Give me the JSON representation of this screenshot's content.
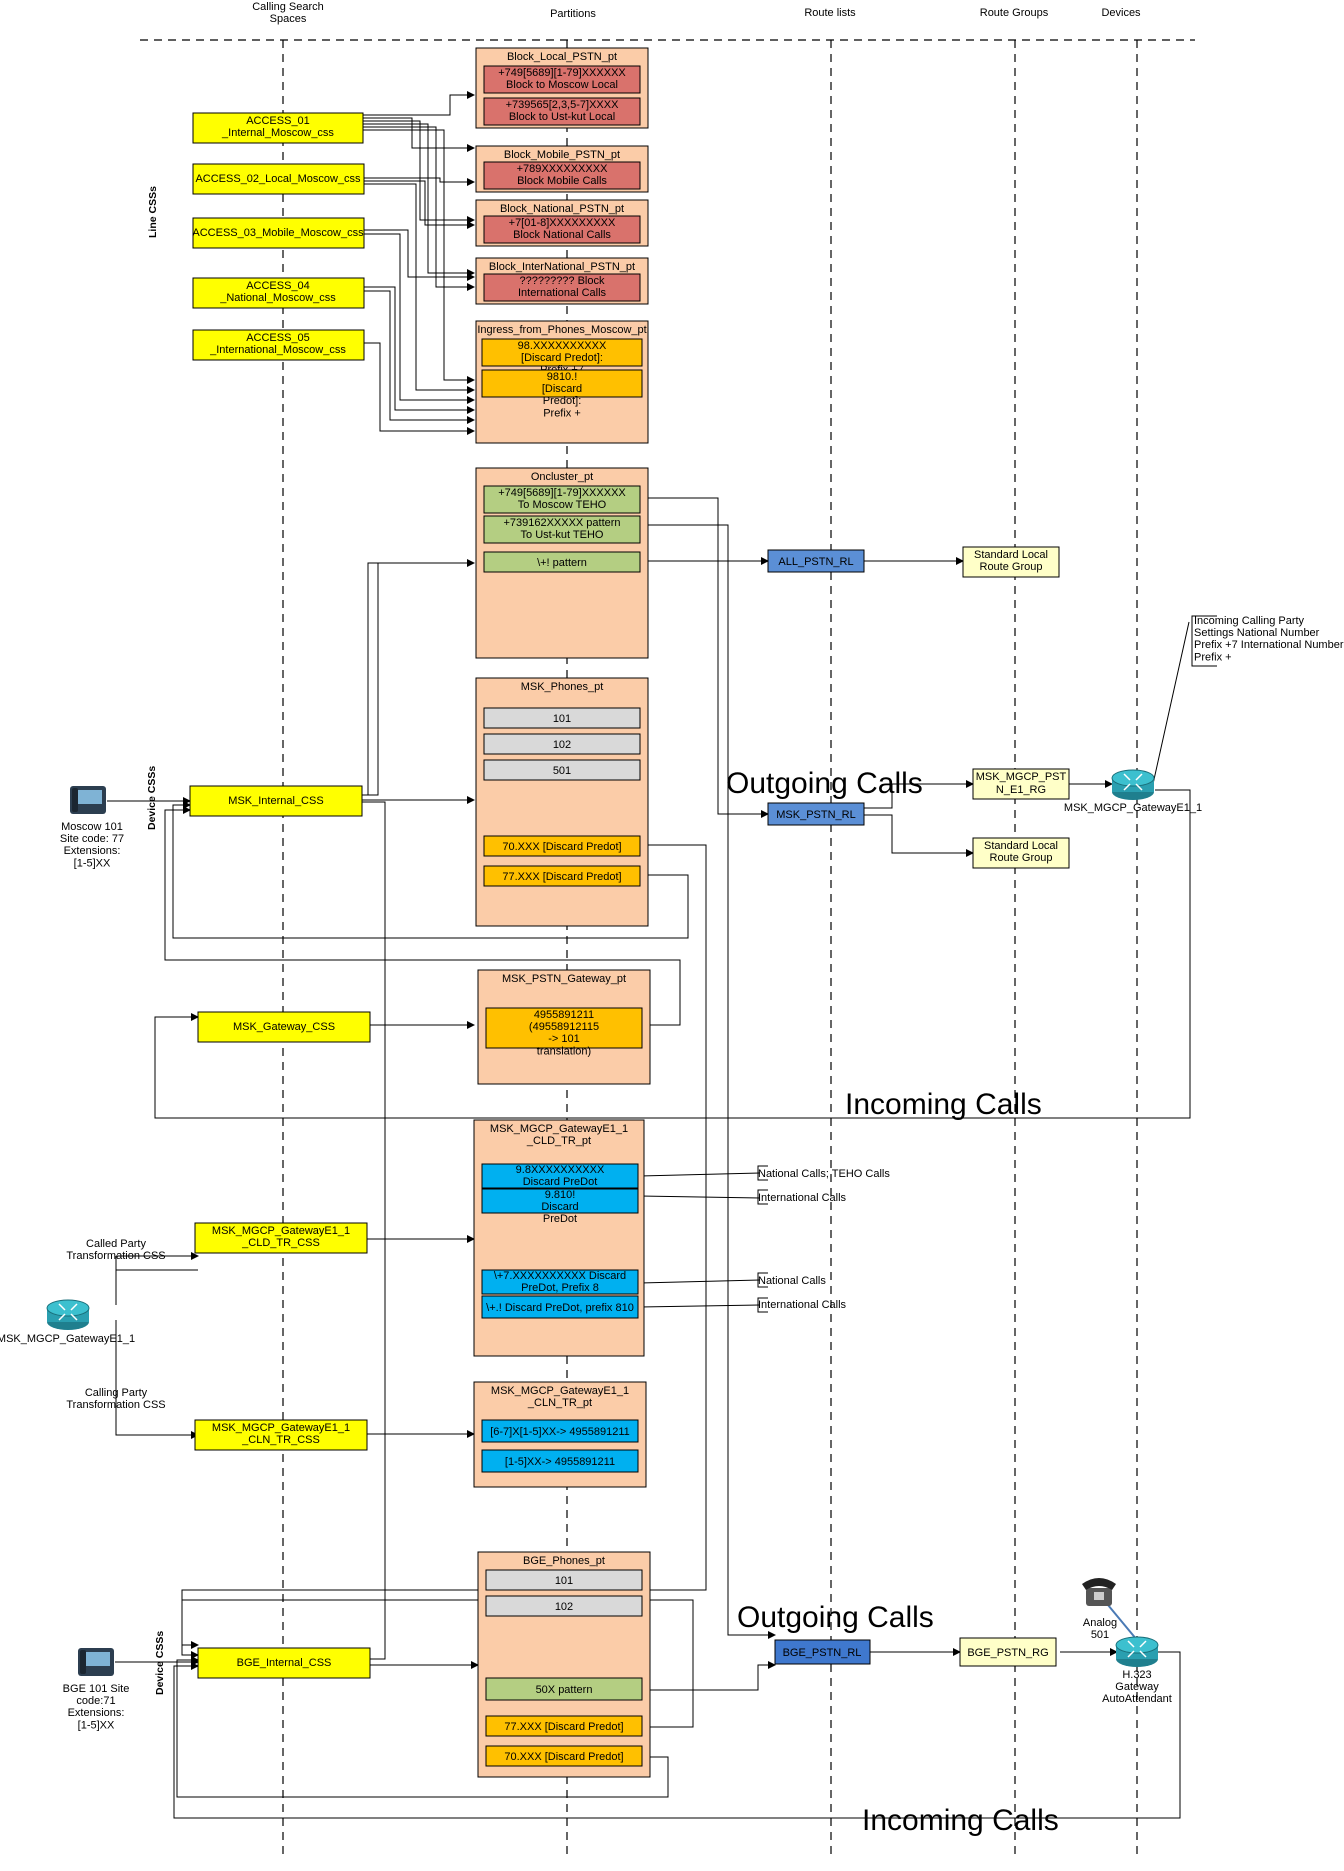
{
  "columns": {
    "css": "Calling Search Spaces",
    "partitions": "Partitions",
    "route_lists": "Route lists",
    "route_groups": "Route Groups",
    "devices": "Devices"
  },
  "side_labels": {
    "line_css": "Line CSSs",
    "device_css_msk": "Device CSSs",
    "device_css_bge": "Device CSSs"
  },
  "css_boxes": {
    "access01": "ACCESS_01 _Internal_Moscow_css",
    "access02": "ACCESS_02_Local_Moscow_css",
    "access03": "ACCESS_03_Mobile_Moscow_css",
    "access04": "ACCESS_04 _National_Moscow_css",
    "access05": "ACCESS_05 _International_Moscow_css",
    "msk_internal": "MSK_Internal_CSS",
    "msk_gateway": "MSK_Gateway_CSS",
    "msk_cld": "MSK_MGCP_GatewayE1_1 _CLD_TR_CSS",
    "msk_cln": "MSK_MGCP_GatewayE1_1 _CLN_TR_CSS",
    "bge_internal": "BGE_Internal_CSS"
  },
  "partitions": {
    "block_local": {
      "title": "Block_Local_PSTN_pt",
      "patterns": [
        "+749[5689][1-79]XXXXXX Block to Moscow Local",
        "+739565[2,3,5-7]XXXX Block to Ust-kut Local"
      ]
    },
    "block_mobile": {
      "title": "Block_Mobile_PSTN_pt",
      "patterns": [
        "+789XXXXXXXXX Block Mobile Calls"
      ]
    },
    "block_national": {
      "title": "Block_National_PSTN_pt",
      "patterns": [
        "+7[01-8]XXXXXXXXX Block National Calls"
      ]
    },
    "block_international": {
      "title": "Block_InterNational_PSTN_pt",
      "patterns": [
        "????????? Block International Calls"
      ]
    },
    "ingress": {
      "title": "Ingress_from_Phones_Moscow_pt",
      "patterns": [
        "98.XXXXXXXXXX [Discard Predot]: Prefix +7",
        "9810.! [Discard Predot]: Prefix +"
      ]
    },
    "oncluster": {
      "title": "Oncluster_pt",
      "patterns": [
        "+749[5689][1-79]XXXXXX To Moscow TEHO",
        "+739162XXXXX pattern To Ust-kut TEHO",
        "\\+! pattern"
      ]
    },
    "msk_phones": {
      "title": "MSK_Phones_pt",
      "patterns": [
        "101",
        "102",
        "501",
        "70.XXX [Discard Predot]",
        "77.XXX [Discard Predot]"
      ]
    },
    "msk_pstn_gw": {
      "title": "MSK_PSTN_Gateway_pt",
      "patterns": [
        "4955891211 (49558912115 -> 101 translation)"
      ]
    },
    "cld_tr": {
      "title": "MSK_MGCP_GatewayE1_1 _CLD_TR_pt",
      "patterns": [
        "9.8XXXXXXXXXX Discard PreDot",
        "9.810! Discard PreDot",
        "\\+7.XXXXXXXXXX Discard PreDot, Prefix 8",
        "\\+.! Discard PreDot, prefix 810"
      ]
    },
    "cln_tr": {
      "title": "MSK_MGCP_GatewayE1_1 _CLN_TR_pt",
      "patterns": [
        "[6-7]X[1-5]XX-> 4955891211",
        "[1-5]XX-> 4955891211"
      ]
    },
    "bge_phones": {
      "title": "BGE_Phones_pt",
      "patterns": [
        "101",
        "102",
        "50X pattern",
        "77.XXX [Discard Predot]",
        "70.XXX [Discard Predot]"
      ]
    }
  },
  "route_lists": {
    "all_pstn": "ALL_PSTN_RL",
    "msk_pstn": "MSK_PSTN_RL",
    "bge_pstn": "BGE_PSTN_RL"
  },
  "route_groups": {
    "std_local_1": "Standard Local Route Group",
    "msk_mgcp_rg": "MSK_MGCP_PSTN_E1_RG",
    "std_local_2": "Standard Local Route Group",
    "bge_pstn_rg": "BGE_PSTN_RG"
  },
  "devices": {
    "msk_gw_right": "MSK_MGCP_GatewayE1_1",
    "msk_gw_left": "MSK_MGCP_GatewayE1_1",
    "h323": "H.323 Gateway AutoAttendant",
    "analog": "Analog 501",
    "moscow_phone": "Moscow 101 Site code: 77 Extensions: [1-5]XX",
    "bge_phone": "BGE 101 Site code:71 Extensions: [1-5]XX"
  },
  "notes": {
    "incoming_settings": "Incoming Calling Party Settings National Number Prefix +7 International Number Prefix +",
    "national_teho": "National Calls; TEHO Calls",
    "international_1": "International Calls",
    "national_2": "National Calls",
    "international_2": "International Calls",
    "called_party": "Called Party Transformation CSS",
    "calling_party": "Calling Party Transformation CSS"
  },
  "flow_labels": {
    "outgoing_1": "Outgoing Calls",
    "incoming_1": "Incoming Calls",
    "outgoing_2": "Outgoing Calls",
    "incoming_2": "Incoming Calls"
  },
  "colors": {
    "css_yellow": "#FFFF00",
    "partition_bg": "#FBCCA8",
    "block_red": "#D9726C",
    "orange_pattern": "#FFC000",
    "green_pattern": "#B4CE82",
    "grey_pattern": "#D9D9D9",
    "cyan_pattern": "#00B0F0",
    "route_list_blue": "#5B8FD6",
    "route_group_yellow": "#FFFFC8"
  }
}
